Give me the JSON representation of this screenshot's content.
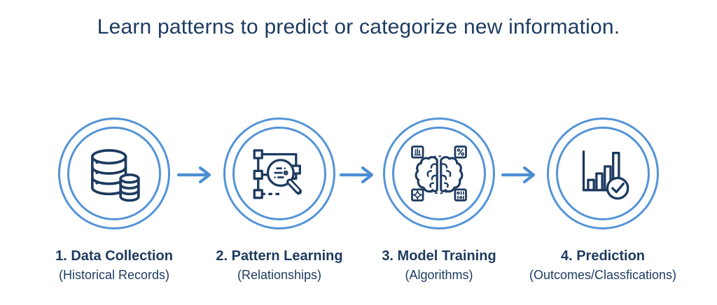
{
  "title": "Learn patterns to predict or categorize new information.",
  "colors": {
    "accent": "#5494d6",
    "navy": "#1d3a5f",
    "background": "#ffffff"
  },
  "steps": [
    {
      "label": "1. Data Collection",
      "sublabel": "(Historical Records)",
      "icon": "database-icon"
    },
    {
      "label": "2. Pattern Learning",
      "sublabel": "(Relationships)",
      "icon": "pattern-search-icon"
    },
    {
      "label": "3. Model Training",
      "sublabel": "(Algorithms)",
      "icon": "brain-network-icon"
    },
    {
      "label": "4. Prediction",
      "sublabel": "(Outcomes/Classfications)",
      "icon": "chart-check-icon"
    }
  ]
}
